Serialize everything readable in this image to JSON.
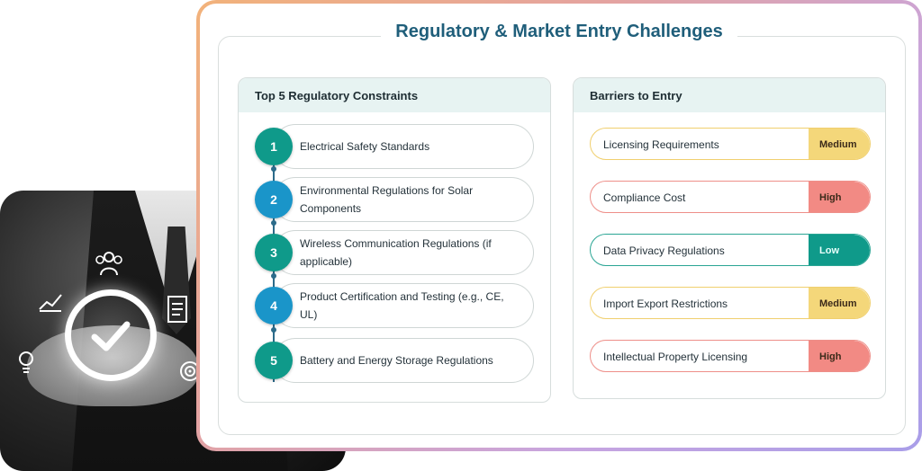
{
  "title": "Regulatory & Market Entry Challenges",
  "left_panel": {
    "heading": "Top 5 Regulatory Constraints",
    "items": [
      {
        "num": "1",
        "text": "Electrical Safety Standards",
        "color": "#0f9a8a"
      },
      {
        "num": "2",
        "text": "Environmental Regulations for Solar Components",
        "color": "#1a95c9"
      },
      {
        "num": "3",
        "text": "Wireless Communication Regulations (if applicable)",
        "color": "#0f9a8a"
      },
      {
        "num": "4",
        "text": "Product Certification and Testing (e.g., CE, UL)",
        "color": "#1a95c9"
      },
      {
        "num": "5",
        "text": "Battery and Energy Storage Regulations",
        "color": "#0f9a8a"
      }
    ]
  },
  "right_panel": {
    "heading": "Barriers to Entry",
    "items": [
      {
        "label": "Licensing Requirements",
        "level": "Medium",
        "color": "#f4d77a",
        "border": "#f0cf6e"
      },
      {
        "label": "Compliance Cost",
        "level": "High",
        "color": "#f28a84",
        "border": "#ee8f89"
      },
      {
        "label": "Data Privacy Regulations",
        "level": "Low",
        "color": "#0f9a8a",
        "border": "#2aa594"
      },
      {
        "label": "Import Export Restrictions",
        "level": "Medium",
        "color": "#f4d77a",
        "border": "#f0cf6e"
      },
      {
        "label": "Intellectual Property Licensing",
        "level": "High",
        "color": "#f28a84",
        "border": "#ee8f89"
      }
    ]
  },
  "decor_icons": [
    "users-icon",
    "trend-chart-icon",
    "document-icon",
    "lightbulb-icon",
    "target-icon",
    "checkmark-icon"
  ]
}
